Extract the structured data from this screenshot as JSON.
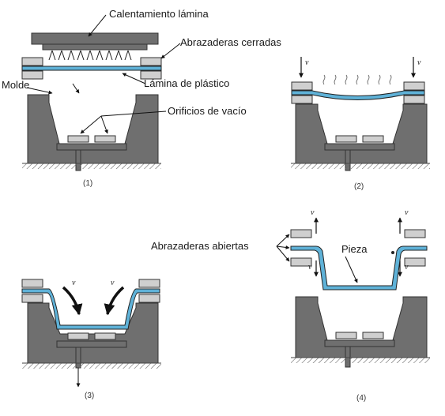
{
  "labels": {
    "heating": "Calentamiento lámina",
    "clamps_closed": "Abrazaderas cerradas",
    "mold": "Molde",
    "sheet": "Lámina de plástico",
    "vacuum_holes": "Orificios de vacío",
    "clamps_open": "Abrazaderas abiertas",
    "part": "Pieza"
  },
  "steps": [
    "(1)",
    "(2)",
    "(3)",
    "(4)"
  ],
  "symbols": {
    "velocity": "v"
  },
  "colors": {
    "metal": "#6f6f6f",
    "metal_dark": "#3a3a3a",
    "light_metal": "#cfcfcf",
    "sheet_blue": "#5fb2d8",
    "ground": "#777777"
  }
}
